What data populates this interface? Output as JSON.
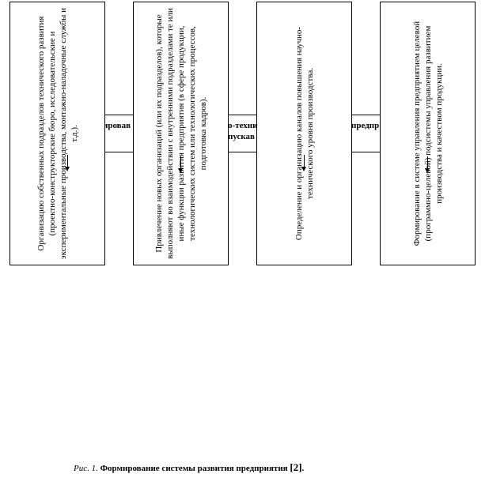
{
  "band": {
    "segments": [
      "ировав",
      "о-техни",
      "пускав",
      "предпр"
    ]
  },
  "boxes": [
    {
      "text": "Организацию собственных подразделов технического развития (проектно-конструкторские бюро, исследовательские и экспериментальные производства, монтажно-наладочные службы и т.д.)."
    },
    {
      "text": "Привлечение новых организаций (или их подразделов), которые выполняют во взаимодействии с внутренними подразделами те или иные функции развития предприятия (в сфере продукции, технологических систем или технологических процессов, подготовка кадров)."
    },
    {
      "text": "Определение и организацию каналов повышения научно-технического уровня производства."
    },
    {
      "text": "Формирование в системе управления предприятием целевой (программно-целевой) подсистемы управления развитием производства и качеством продукции."
    }
  ],
  "caption": {
    "label": "Рис. 1.",
    "title": "Формирование системы развития предприятия",
    "ref": "[2]",
    "end": "."
  }
}
